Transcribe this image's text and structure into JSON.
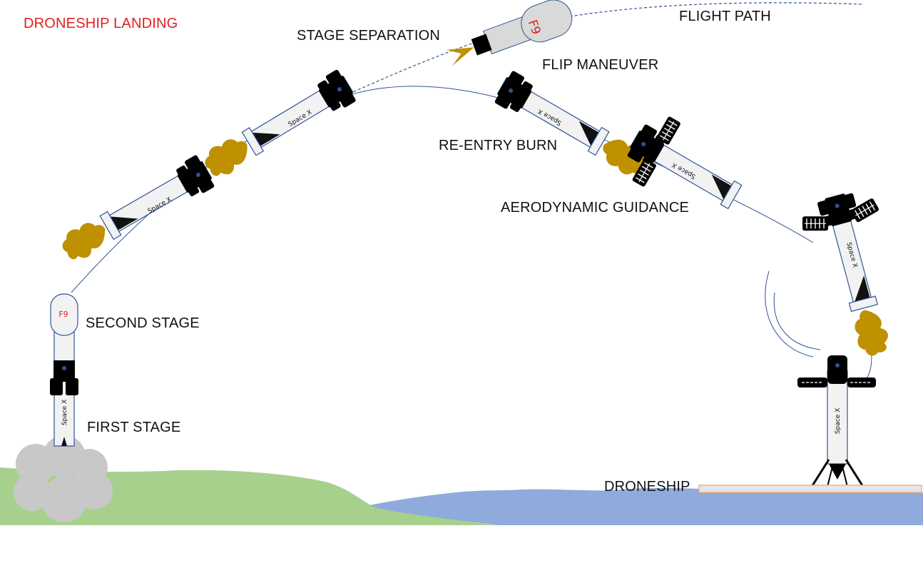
{
  "title": "DRONESHIP LANDING",
  "labels": {
    "flight_path": "FLIGHT PATH",
    "stage_separation": "STAGE SEPARATION",
    "flip_maneuver": "FLIP MANEUVER",
    "reentry_burn": "RE-ENTRY BURN",
    "aerodynamic_guidance": "AERODYNAMIC GUIDANCE",
    "second_stage": "SECOND STAGE",
    "first_stage": "FIRST STAGE",
    "droneship": "DRONESHIP"
  },
  "rocket": {
    "booster_text": "Space X",
    "upper_stage_text": "F9"
  },
  "colors": {
    "title": "#e02020",
    "land": "#a8d08d",
    "water": "#8faadc",
    "flame": "#bf9000",
    "smoke": "#c8c8c8",
    "rocket_body": "#f2f2f2",
    "rocket_outline": "#2f5597",
    "deck": "#f4b183"
  }
}
